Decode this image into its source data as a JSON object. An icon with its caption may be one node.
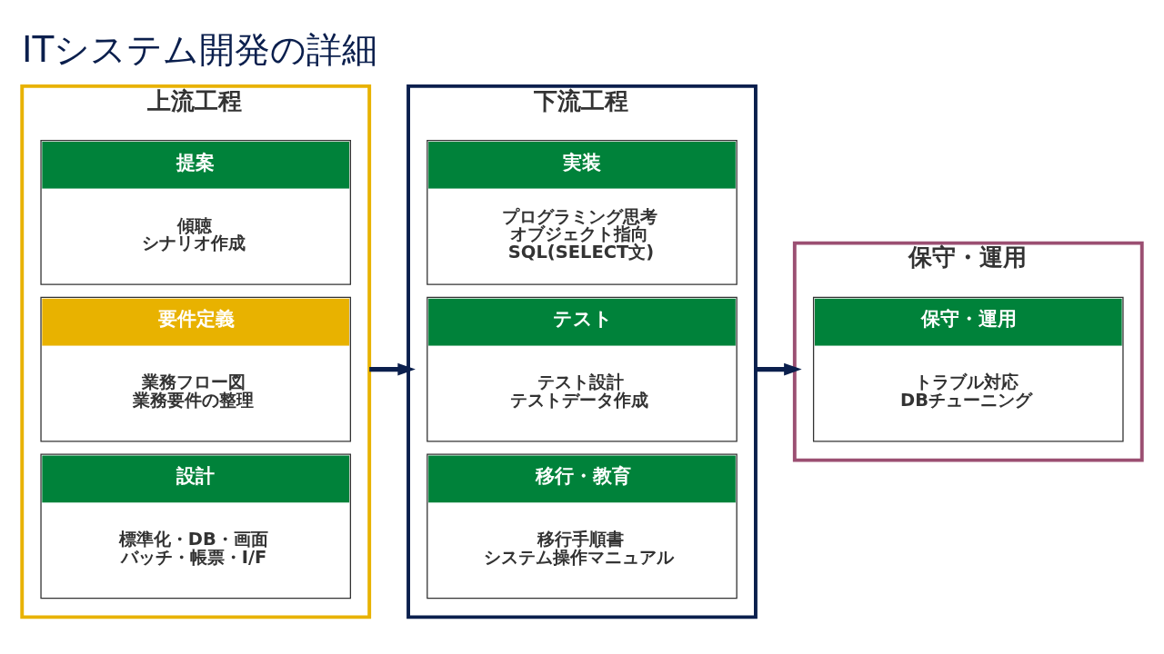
{
  "diagram": {
    "title": "ITシステム開発の詳細",
    "nodes": [
      {
        "text": [
          "上流工程"
        ]
      },
      {
        "text": [
          "提案",
          "傾聴",
          "シナリオ作成"
        ],
        "in": 0
      },
      {
        "text": [
          "要件定義",
          "業務フロー図",
          "業務要件の整理"
        ],
        "in": 0
      },
      {
        "text": [
          "設計",
          "標準化・DB・画面",
          "バッチ・帳票・I/F"
        ],
        "in": 0
      },
      {
        "text": [
          "下流工程"
        ]
      },
      {
        "text": [
          "実装",
          "プログラミング思考",
          "オブジェクト指向",
          "SQL(SELECT文)"
        ],
        "in": 4
      },
      {
        "text": [
          "テスト",
          "テスト設計",
          "テストデータ作成"
        ],
        "in": 4
      },
      {
        "text": [
          "移行・教育",
          "移行手順書",
          "システム操作マニュアル"
        ],
        "in": 4
      },
      {
        "text": [
          "保守・運用"
        ]
      },
      {
        "text": [
          "保守・運用",
          "トラブル対応",
          "DBチューニング"
        ],
        "in": 8
      }
    ],
    "edges": [
      {
        "from": 0,
        "to": 4,
        "arrow": "to"
      },
      {
        "from": 4,
        "to": 8,
        "arrow": "to"
      }
    ]
  }
}
